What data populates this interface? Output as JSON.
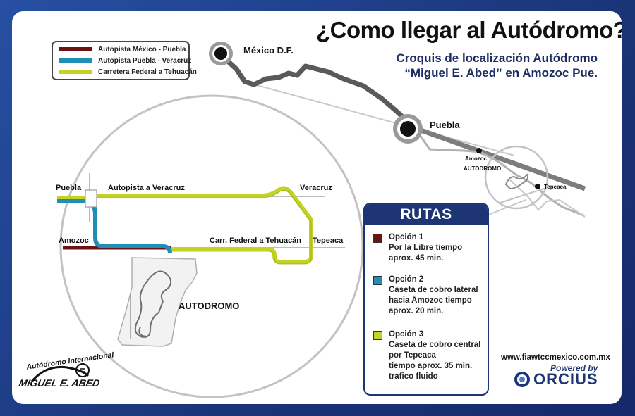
{
  "title": "¿Como llegar al Autódromo?",
  "subtitle": {
    "line1": "Croquis de localización Autódromo",
    "line2": "“Miguel E.  Abed” en Amozoc Pue."
  },
  "legend": [
    {
      "label": "Autopista México - Puebla",
      "color": "#6b1416"
    },
    {
      "label": "Autopista Puebla - Veracruz",
      "color": "#1f8fb8"
    },
    {
      "label": "Carretera Federal a Tehuacán",
      "color": "#c3d324"
    }
  ],
  "overview_map": {
    "city_mexico": "México D.F.",
    "city_puebla": "Puebla",
    "town_amozoc": "Amozoc",
    "label_autodromo": "AUTODROMO",
    "town_tepeaca": "Tepeaca"
  },
  "detail_map": {
    "label_puebla": "Puebla",
    "label_autopista_veracruz": "Autopista a Veracruz",
    "label_veracruz": "Veracruz",
    "label_amozoc": "Amozoc",
    "label_carr_federal": "Carr. Federal a Tehuacán",
    "label_tepeaca": "Tepeaca",
    "label_autodromo": "AUTODROMO"
  },
  "rutas": {
    "heading": "RUTAS",
    "options": [
      {
        "lines": [
          "Opción 1",
          "Por la Libre tiempo",
          "aprox. 45 min."
        ],
        "color": "#6b1416"
      },
      {
        "lines": [
          "Opción 2",
          "Caseta de cobro lateral",
          "hacia Amozoc tiempo",
          "aprox. 20 min."
        ],
        "color": "#1f8fb8"
      },
      {
        "lines": [
          "Opción 3",
          "Caseta de cobro central",
          "por Tepeaca",
          "tiempo aprox. 35 min.",
          "trafico fluido"
        ],
        "color": "#c3d324"
      }
    ]
  },
  "footer": {
    "url": "www.fiawtccmexico.com.mx",
    "powered_by": "Powered by",
    "brand": "ORCIUS"
  },
  "logo": {
    "line1": "Autódromo Internacional",
    "line2": "MIGUEL E. ABED"
  }
}
